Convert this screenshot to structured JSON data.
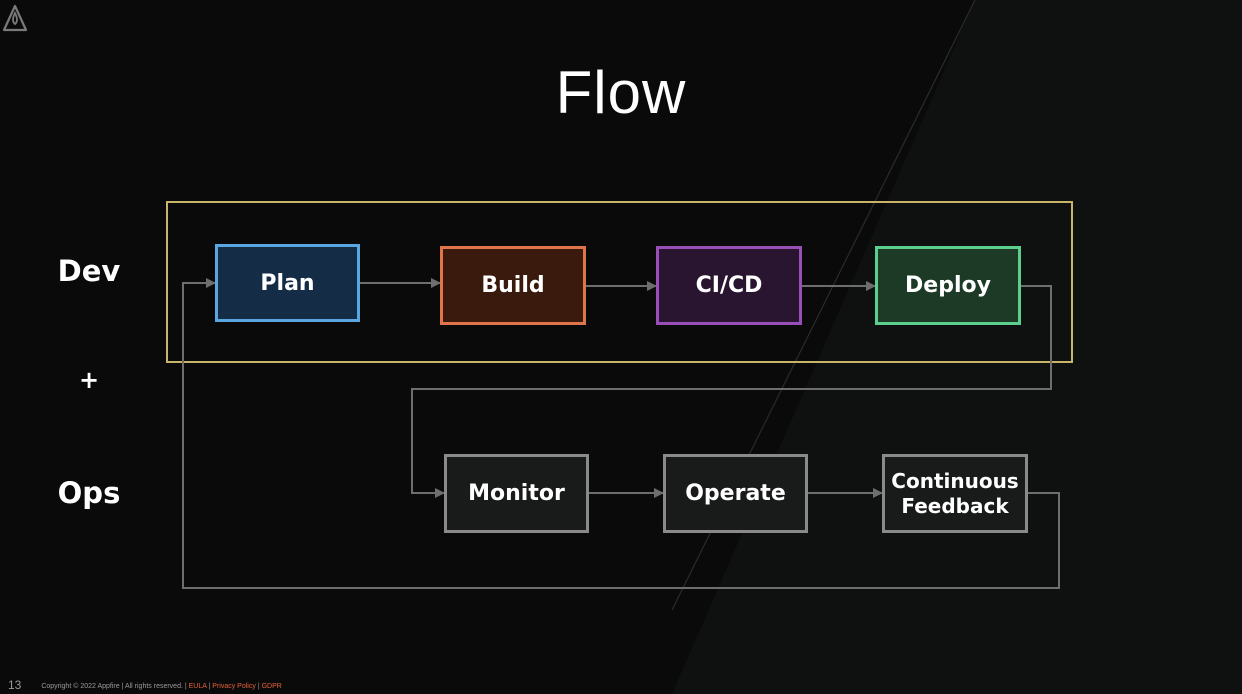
{
  "slide": {
    "title": "Flow",
    "page_number": "13"
  },
  "side_labels": {
    "dev": "Dev",
    "plus": "+",
    "ops": "Ops"
  },
  "diagram": {
    "dev_nodes": [
      {
        "id": "plan",
        "label": "Plan",
        "border_color": "#5aa6e0",
        "fill_color": "#142c45"
      },
      {
        "id": "build",
        "label": "Build",
        "border_color": "#e0744a",
        "fill_color": "#3a1a0c"
      },
      {
        "id": "cicd",
        "label": "CI/CD",
        "border_color": "#9a4fb8",
        "fill_color": "#2a1530"
      },
      {
        "id": "deploy",
        "label": "Deploy",
        "border_color": "#5ccf8e",
        "fill_color": "#1c3a26"
      }
    ],
    "ops_nodes": [
      {
        "id": "monitor",
        "label": "Monitor"
      },
      {
        "id": "operate",
        "label": "Operate"
      },
      {
        "id": "feedback",
        "label": "Continuous Feedback"
      }
    ],
    "edges": [
      [
        "plan",
        "build"
      ],
      [
        "build",
        "cicd"
      ],
      [
        "cicd",
        "deploy"
      ],
      [
        "deploy",
        "monitor"
      ],
      [
        "monitor",
        "operate"
      ],
      [
        "operate",
        "feedback"
      ],
      [
        "feedback",
        "plan"
      ]
    ],
    "dev_frame_color": "#c8b46a",
    "connector_color": "#6e6e6e"
  },
  "footer": {
    "copyright": "Copyright © 2022 Appfire | All rights reserved. |",
    "links": [
      "EULA",
      "Privacy Policy",
      "GDPR"
    ],
    "link_color": "#e8613a"
  }
}
